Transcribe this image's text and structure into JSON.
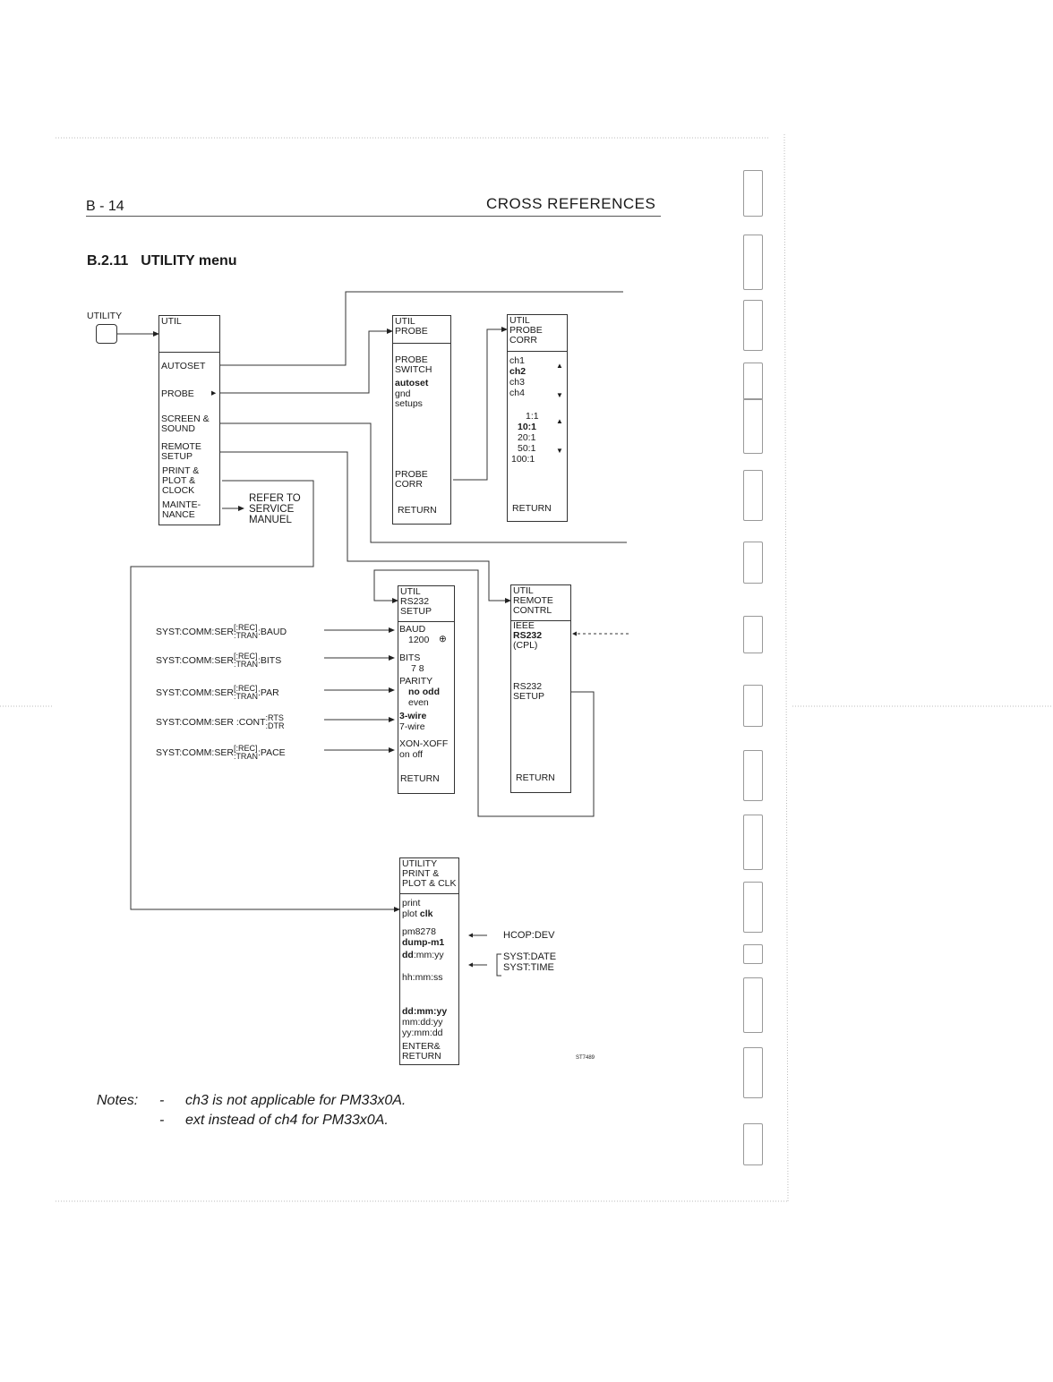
{
  "header": {
    "page": "B - 14",
    "title": "CROSS REFERENCES"
  },
  "section": {
    "number": "B.2.11",
    "title": "UTILITY menu"
  },
  "utility_key": "UTILITY",
  "util": {
    "title": "UTIL",
    "items": [
      "AUTOSET",
      "PROBE",
      "SCREEN &\nSOUND",
      "REMOTE\nSETUP",
      "PRINT &\nPLOT &\nCLOCK",
      "MAINTE-\nNANCE"
    ]
  },
  "refer": "REFER TO\nSERVICE\nMANUEL",
  "util_probe": {
    "title": "UTIL\nPROBE",
    "switch_label": "PROBE\nSWITCH",
    "options": [
      "autoset",
      "gnd",
      "setups"
    ],
    "corr": "PROBE\nCORR",
    "return": "RETURN"
  },
  "util_probe_corr": {
    "title": "UTIL\nPROBE\nCORR",
    "channels": [
      "ch1",
      "ch2",
      "ch3",
      "ch4"
    ],
    "ratios": [
      "1:1",
      "10:1",
      "20:1",
      "50:1",
      "100:1"
    ],
    "return": "RETURN"
  },
  "util_rs232": {
    "title": "UTIL\nRS232\nSETUP",
    "baud": "BAUD",
    "baud_value": "1200",
    "bits": "BITS",
    "bits_values": "7    8",
    "parity": "PARITY",
    "parity_values1": "no odd",
    "parity_values2": "even",
    "wire3": "3-wire",
    "wire7": "7-wire",
    "xon": "XON-XOFF",
    "onoff": "on off",
    "return": "RETURN"
  },
  "util_remote": {
    "title": "UTIL\nREMOTE\nCONTRL",
    "ieee": "IEEE",
    "rs232": "RS232",
    "cpl": "(CPL)",
    "setup": "RS232\nSETUP",
    "return": "RETURN"
  },
  "commands": {
    "c1": {
      "prefix": "SYST:COMM:SER",
      "top": "[:REC]",
      "bot": ":TRAN",
      "suffix": ":BAUD"
    },
    "c2": {
      "prefix": "SYST:COMM:SER",
      "top": "[:REC]",
      "bot": ":TRAN",
      "suffix": ":BITS"
    },
    "c3": {
      "prefix": "SYST:COMM:SER",
      "top": "[:REC]",
      "bot": ":TRAN",
      "suffix": ":PAR"
    },
    "c4": {
      "prefix": "SYST:COMM:SER :CONT",
      "top": ":RTS",
      "bot": ":DTR",
      "suffix": ""
    },
    "c5": {
      "prefix": "SYST:COMM:SER",
      "top": "[:REC]",
      "bot": ":TRAN",
      "suffix": ":PACE"
    }
  },
  "util_print": {
    "title": "UTILITY\nPRINT &\nPLOT & CLK",
    "print": "print",
    "plot": "plot",
    "clk": "clk",
    "pm": "pm8278",
    "dump": "dump-m1",
    "dd": "dd",
    "mmyy": ":mm:yy",
    "hh": "hh:mm:ss",
    "fmt1": "dd:mm:yy",
    "fmt2": "mm:dd:yy",
    "fmt3": "yy:mm:dd",
    "enter": "ENTER&\nRETURN"
  },
  "hcop": "HCOP:DEV",
  "syst_date": "SYST:DATE",
  "syst_time": "SYST:TIME",
  "figure_code": "ST7489",
  "notes": {
    "label": "Notes:",
    "dash": "-",
    "n1": "ch3 is not applicable for PM33x0A.",
    "n2": "ext instead of ch4 for PM33x0A."
  }
}
